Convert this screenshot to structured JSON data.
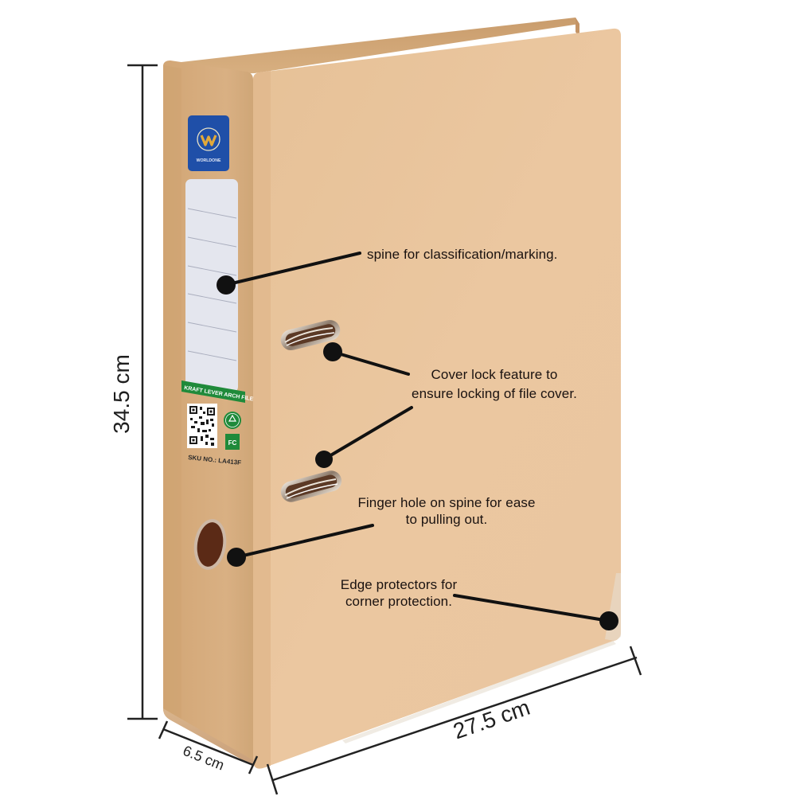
{
  "product": {
    "brand": "WORLDONE",
    "type_label": "KRAFT LEVER ARCH FILE",
    "sku_label": "SKU NO.: LA413F",
    "badge_recycle": "recycle-icon",
    "badge_fsc": "FC",
    "qr_code": "qr-code-icon"
  },
  "colors": {
    "cover": "#e9c49c",
    "cover_dark": "#d9b085",
    "spine": "#d7ad7c",
    "brand_blue": "#1f4fa8",
    "brand_gold": "#e2a93a",
    "label_green": "#1f8a3a",
    "label_bg": "#e4e6ee",
    "callout_line": "#111111",
    "dimension_line": "#222222"
  },
  "dimensions": {
    "height": "34.5 cm",
    "width": "27.5 cm",
    "depth": "6.5 cm"
  },
  "callouts": [
    {
      "id": "spine-label",
      "line1": "spine for classification/marking.",
      "line2": ""
    },
    {
      "id": "cover-lock",
      "line1": "Cover lock feature to",
      "line2": "ensure locking of file cover."
    },
    {
      "id": "finger-hole",
      "line1": "Finger hole on spine for ease",
      "line2": "to pulling out."
    },
    {
      "id": "edge-protectors",
      "line1": "Edge protectors for",
      "line2": "corner protection."
    }
  ]
}
